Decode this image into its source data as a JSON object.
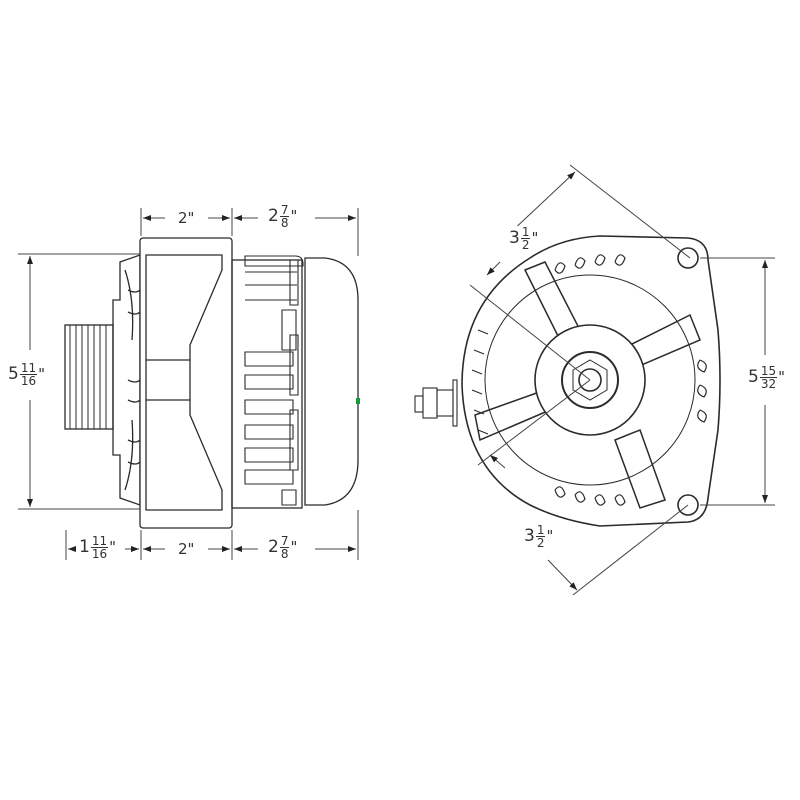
{
  "drawing": {
    "title": "Alternator dimension drawing",
    "views": [
      "side-view",
      "rear-view"
    ],
    "line_color": "#2b2b2b",
    "dim_color": "#555555",
    "accent_green": "#1a9a3a"
  },
  "side_view": {
    "top_dims": [
      {
        "whole": "",
        "num": "",
        "den": "",
        "text": "2\"",
        "id": "top-left-2in"
      },
      {
        "whole": "2",
        "num": "7",
        "den": "8",
        "unit": "\"",
        "id": "top-right-2-7-8"
      }
    ],
    "bottom_dims": [
      {
        "whole": "1",
        "num": "11",
        "den": "16",
        "unit": "\"",
        "id": "pulley-1-11-16"
      },
      {
        "text": "2\"",
        "id": "bottom-mid-2in"
      },
      {
        "whole": "2",
        "num": "7",
        "den": "8",
        "unit": "\"",
        "id": "bottom-right-2-7-8"
      }
    ],
    "height_dim": {
      "whole": "5",
      "num": "11",
      "den": "16",
      "unit": "\""
    }
  },
  "rear_view": {
    "diag_top": {
      "whole": "3",
      "num": "1",
      "den": "2",
      "unit": "\""
    },
    "diag_bottom": {
      "whole": "3",
      "num": "1",
      "den": "2",
      "unit": "\""
    },
    "height_dim": {
      "whole": "5",
      "num": "15",
      "den": "32",
      "unit": "\""
    }
  }
}
